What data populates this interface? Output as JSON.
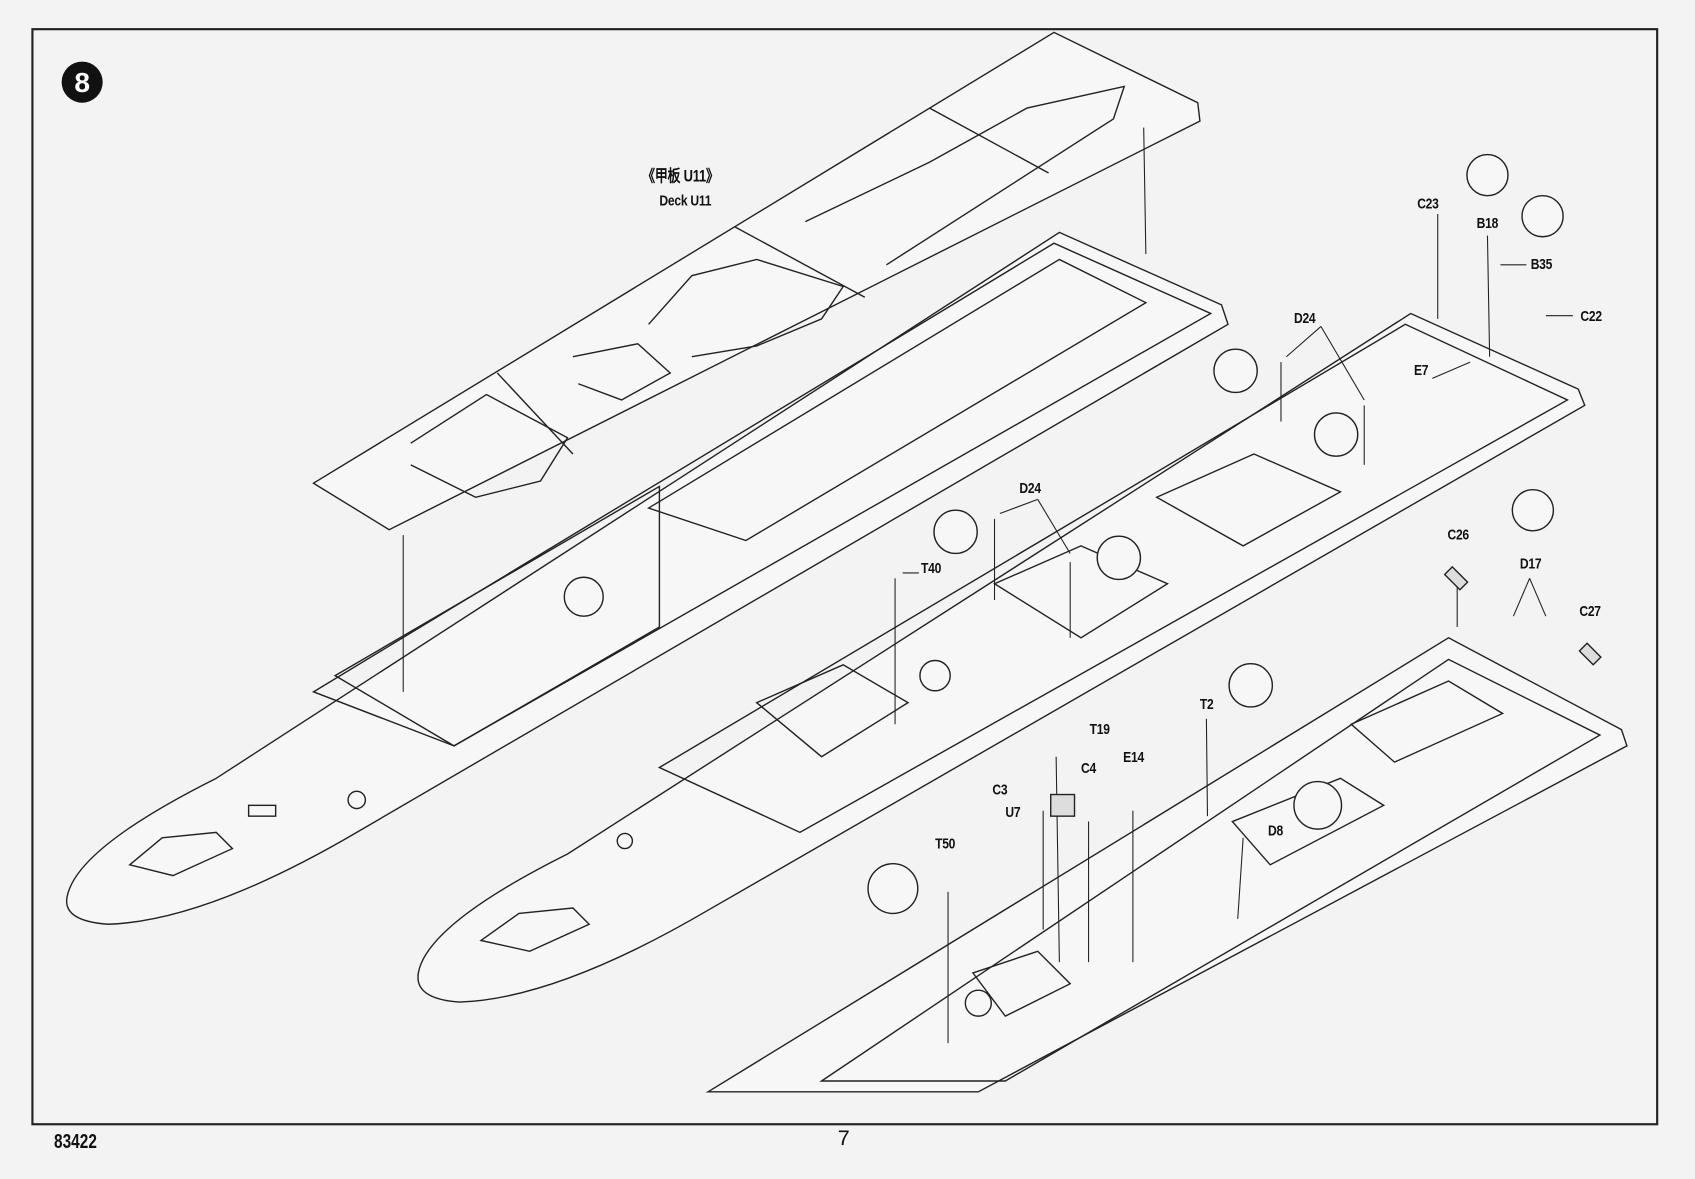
{
  "step": {
    "number": "8"
  },
  "deck_label": {
    "chinese": "《甲板 U11》",
    "english": "Deck U11"
  },
  "part_labels": [
    "C23",
    "B18",
    "B35",
    "C22",
    "D24",
    "E7",
    "D24",
    "T40",
    "C26",
    "D17",
    "C27",
    "T2",
    "T19",
    "E14",
    "C4",
    "C3",
    "U7",
    "D8",
    "T50"
  ],
  "footer": {
    "kit_number": "83422",
    "page_number": "7"
  }
}
